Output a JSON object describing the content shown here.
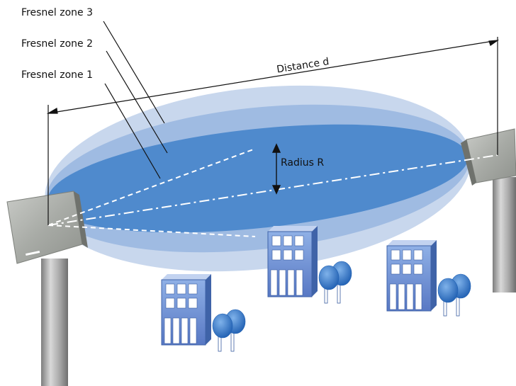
{
  "labels": {
    "zone3": "Fresnel zone 3",
    "zone2": "Fresnel zone 2",
    "zone1": "Fresnel zone 1",
    "distance": "Distance d",
    "radius": "Radius R"
  },
  "colors": {
    "zone3": "#c6d5ec",
    "zone2": "#9bb8e0",
    "zone1": "#4f89cc",
    "antenna": "#a9aba8",
    "pole_mid": "#bdbdbd",
    "building_blue": "#5f86cc",
    "tree_blue": "#2e6fc0"
  },
  "icons": [
    "antenna-left-icon",
    "antenna-right-icon",
    "building-icon",
    "tree-icon",
    "pole-icon"
  ]
}
